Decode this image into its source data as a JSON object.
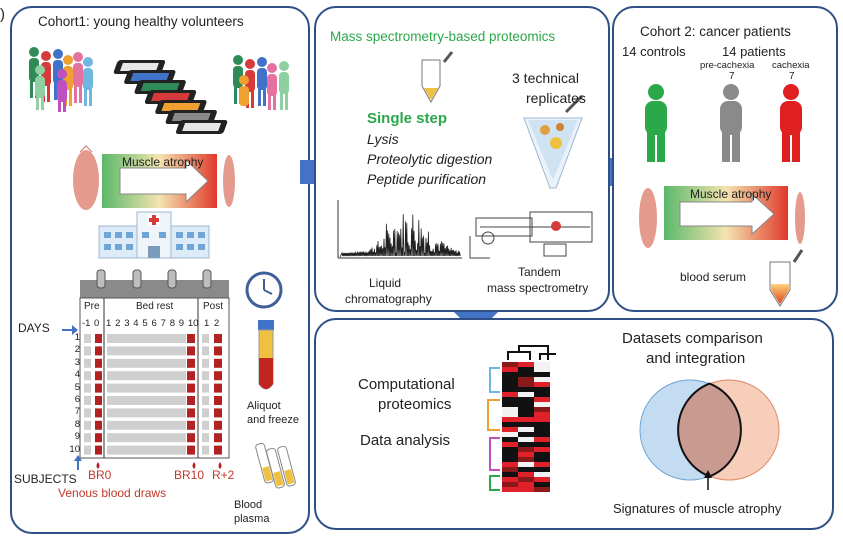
{
  "panel_letter": ")",
  "cohort1": {
    "title": "Cohort1: young healthy volunteers",
    "atrophy_label": "Muscle atrophy",
    "days_label": "DAYS",
    "subjects_label": "SUBJECTS",
    "phase_headers": [
      "Pre",
      "Bed rest",
      "Post"
    ],
    "day_numbers": [
      "-1",
      "0",
      "1",
      "2",
      "3",
      "4",
      "5",
      "6",
      "7",
      "8",
      "9",
      "10",
      "1",
      "2"
    ],
    "subject_numbers": [
      "1",
      "2",
      "3",
      "4",
      "5",
      "6",
      "7",
      "8",
      "9",
      "10"
    ],
    "draw_labels": [
      "BR0",
      "BR10",
      "R+2"
    ],
    "venous_label": "Venous blood draws",
    "aliquot_label": [
      "Aliquot",
      "and freeze"
    ],
    "plasma_label": [
      "Blood",
      "plasma"
    ]
  },
  "ms_panel": {
    "title": "Mass spectrometry-based proteomics",
    "single_step": "Single step",
    "steps": [
      "Lysis",
      "Proteolytic digestion",
      "Peptide purification"
    ],
    "replicates": [
      "3 technical",
      "replicates"
    ],
    "lc_label": [
      "Liquid",
      "chromatography"
    ],
    "ms_label": [
      "Tandem",
      "mass spectrometry"
    ]
  },
  "cohort2": {
    "title": "Cohort 2:  cancer patients",
    "controls_label": "14 controls",
    "patients_label": "14 patients",
    "precachexia_label": "pre-cachexia",
    "precachexia_count": "7",
    "cachexia_label": "cachexia",
    "cachexia_count": "7",
    "atrophy_label": "Muscle atrophy",
    "serum_label": "blood serum"
  },
  "analysis": {
    "comp_label": [
      "Computational",
      "proteomics"
    ],
    "data_label": "Data analysis",
    "comparison_title": [
      "Datasets comparison",
      "and integration"
    ],
    "signatures_label": "Signatures of muscle atrophy"
  },
  "colors": {
    "panel_border": "#2f4f86",
    "arrow_blue": "#4472c4",
    "green_title": "#2aa84a",
    "red_label": "#c0392b",
    "blood_red": "#b22222"
  }
}
